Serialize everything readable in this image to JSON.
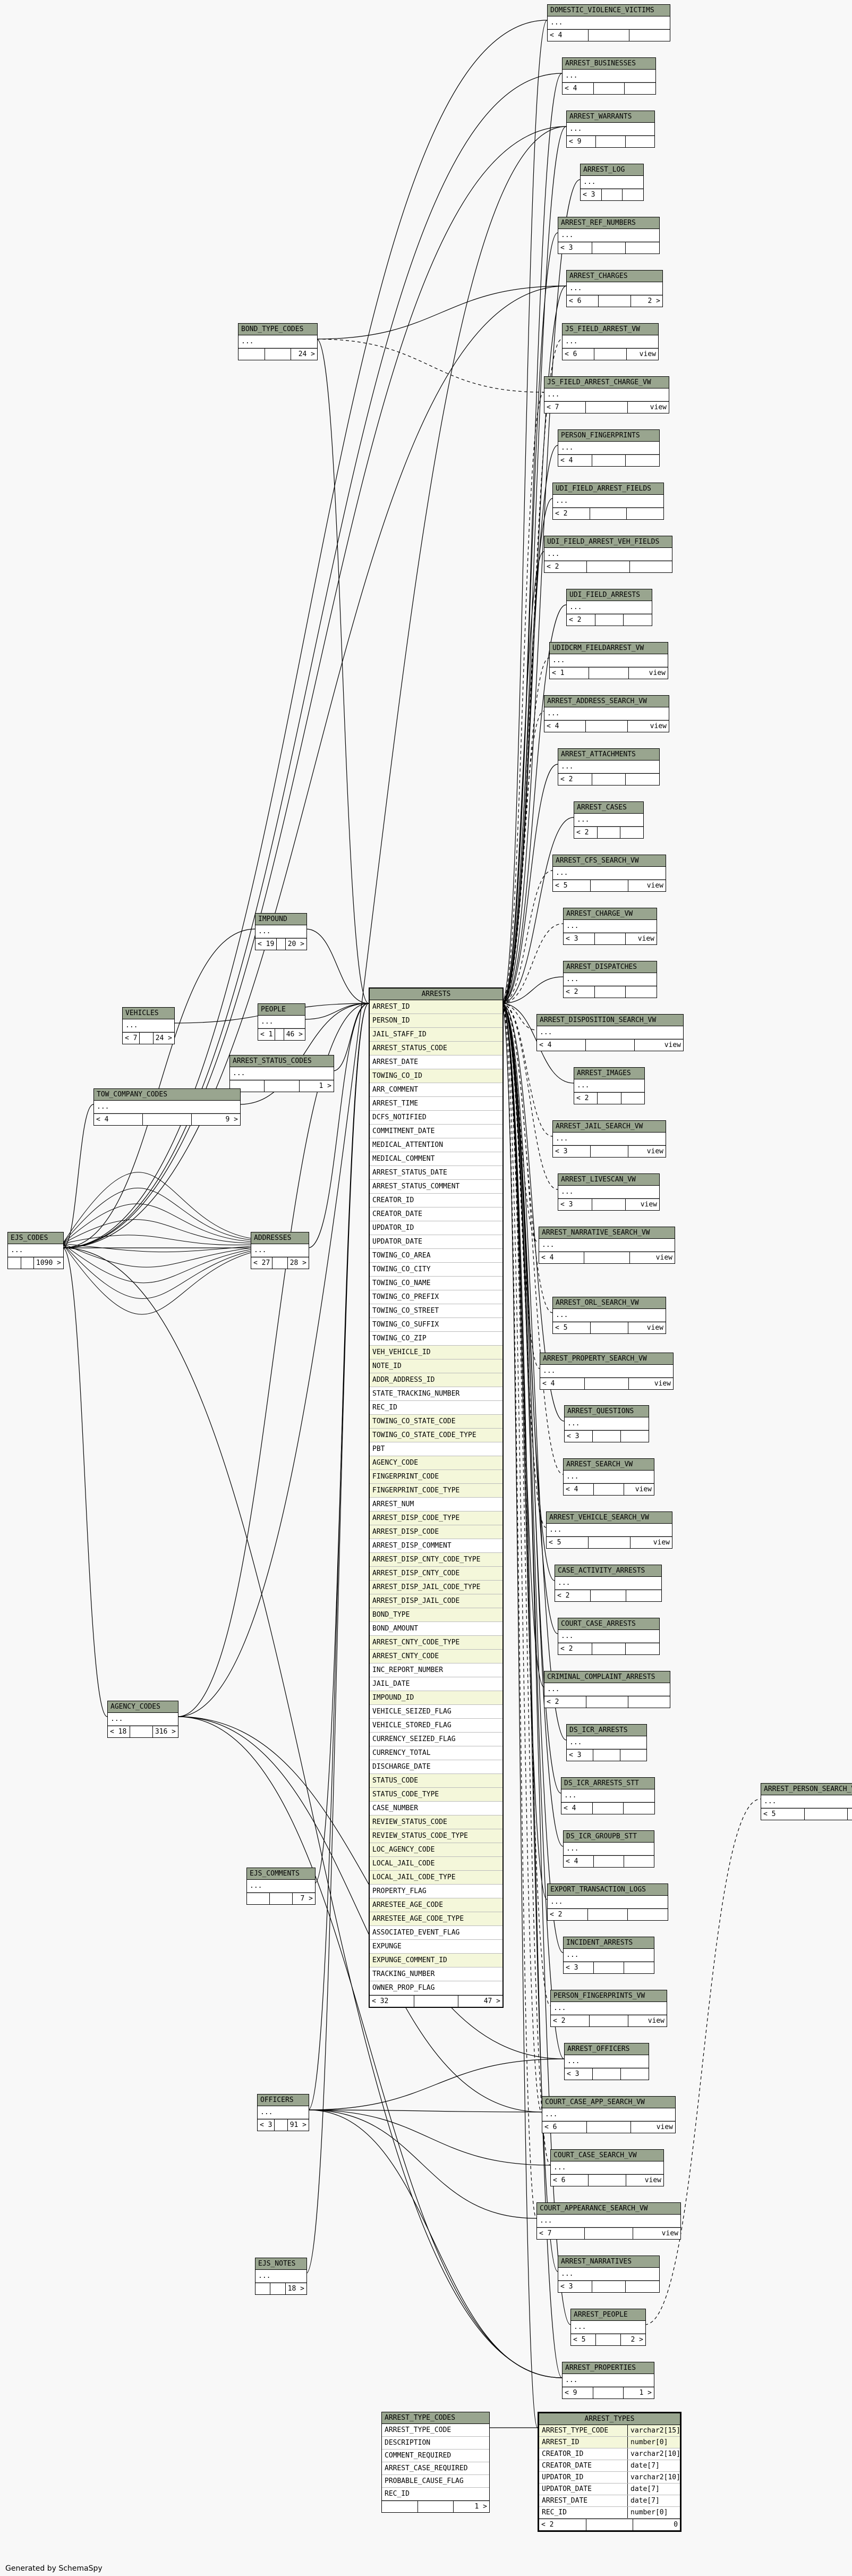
{
  "footer": "Generated by SchemaSpy",
  "colors": {
    "header": "#99a58f",
    "key_row": "#f4f7da",
    "background": "#f8f8f8"
  },
  "tables": [
    {
      "id": "domestic_violence_victims",
      "name": "DOMESTIC_VIOLENCE_VICTIMS",
      "rows": [
        "..."
      ],
      "footer": [
        "< 4",
        "",
        ""
      ]
    },
    {
      "id": "arrest_businesses",
      "name": "ARREST_BUSINESSES",
      "rows": [
        "..."
      ],
      "footer": [
        "< 4",
        "",
        ""
      ]
    },
    {
      "id": "arrest_warrants",
      "name": "ARREST_WARRANTS",
      "rows": [
        "..."
      ],
      "footer": [
        "< 9",
        "",
        ""
      ]
    },
    {
      "id": "arrest_log",
      "name": "ARREST_LOG",
      "rows": [
        "..."
      ],
      "footer": [
        "< 3",
        "",
        ""
      ]
    },
    {
      "id": "arrest_ref_numbers",
      "name": "ARREST_REF_NUMBERS",
      "rows": [
        "..."
      ],
      "footer": [
        "< 3",
        "",
        ""
      ]
    },
    {
      "id": "arrest_charges",
      "name": "ARREST_CHARGES",
      "rows": [
        "..."
      ],
      "footer": [
        "< 6",
        "",
        "2 >"
      ]
    },
    {
      "id": "bond_type_codes",
      "name": "BOND_TYPE_CODES",
      "rows": [
        "..."
      ],
      "footer": [
        "",
        "",
        "24 >"
      ]
    },
    {
      "id": "js_field_arrest_vw",
      "name": "JS_FIELD_ARREST_VW",
      "rows": [
        "..."
      ],
      "footer": [
        "< 6",
        "",
        "view"
      ]
    },
    {
      "id": "js_field_arrest_charge_vw",
      "name": "JS_FIELD_ARREST_CHARGE_VW",
      "rows": [
        "..."
      ],
      "footer": [
        "< 7",
        "",
        "view"
      ]
    },
    {
      "id": "person_fingerprints",
      "name": "PERSON_FINGERPRINTS",
      "rows": [
        "..."
      ],
      "footer": [
        "< 4",
        "",
        ""
      ]
    },
    {
      "id": "udi_field_arrest_fields",
      "name": "UDI_FIELD_ARREST_FIELDS",
      "rows": [
        "..."
      ],
      "footer": [
        "< 2",
        "",
        ""
      ]
    },
    {
      "id": "udi_field_arrest_veh_fields",
      "name": "UDI_FIELD_ARREST_VEH_FIELDS",
      "rows": [
        "..."
      ],
      "footer": [
        "< 2",
        "",
        ""
      ]
    },
    {
      "id": "udi_field_arrests",
      "name": "UDI_FIELD_ARRESTS",
      "rows": [
        "..."
      ],
      "footer": [
        "< 2",
        "",
        ""
      ]
    },
    {
      "id": "udidcrm_fieldarrest_vw",
      "name": "UDIDCRM_FIELDARREST_VW",
      "rows": [
        "..."
      ],
      "footer": [
        "< 1",
        "",
        "view"
      ]
    },
    {
      "id": "arrest_address_search_vw",
      "name": "ARREST_ADDRESS_SEARCH_VW",
      "rows": [
        "..."
      ],
      "footer": [
        "< 4",
        "",
        "view"
      ]
    },
    {
      "id": "arrest_attachments",
      "name": "ARREST_ATTACHMENTS",
      "rows": [
        "..."
      ],
      "footer": [
        "< 2",
        "",
        ""
      ]
    },
    {
      "id": "arrest_cases",
      "name": "ARREST_CASES",
      "rows": [
        "..."
      ],
      "footer": [
        "< 2",
        "",
        ""
      ]
    },
    {
      "id": "arrest_cfs_search_vw",
      "name": "ARREST_CFS_SEARCH_VW",
      "rows": [
        "..."
      ],
      "footer": [
        "< 5",
        "",
        "view"
      ]
    },
    {
      "id": "impound",
      "name": "IMPOUND",
      "rows": [
        "..."
      ],
      "footer": [
        "< 19",
        "",
        "20 >"
      ]
    },
    {
      "id": "arrest_charge_vw",
      "name": "ARREST_CHARGE_VW",
      "rows": [
        "..."
      ],
      "footer": [
        "< 3",
        "",
        "view"
      ]
    },
    {
      "id": "arrest_dispatches",
      "name": "ARREST_DISPATCHES",
      "rows": [
        "..."
      ],
      "footer": [
        "< 2",
        "",
        ""
      ]
    },
    {
      "id": "people",
      "name": "PEOPLE",
      "rows": [
        "..."
      ],
      "footer": [
        "< 1",
        "",
        "46 >"
      ]
    },
    {
      "id": "vehicles",
      "name": "VEHICLES",
      "rows": [
        "..."
      ],
      "footer": [
        "< 7",
        "",
        "24 >"
      ]
    },
    {
      "id": "arrest_status_codes",
      "name": "ARREST_STATUS_CODES",
      "rows": [
        "..."
      ],
      "footer": [
        "",
        "",
        "1 >"
      ]
    },
    {
      "id": "arrest_disposition_search_vw",
      "name": "ARREST_DISPOSITION_SEARCH_VW",
      "rows": [
        "..."
      ],
      "footer": [
        "< 4",
        "",
        "view"
      ]
    },
    {
      "id": "tow_company_codes",
      "name": "TOW_COMPANY_CODES",
      "rows": [
        "..."
      ],
      "footer": [
        "< 4",
        "",
        "9 >"
      ]
    },
    {
      "id": "arrest_images",
      "name": "ARREST_IMAGES",
      "rows": [
        "..."
      ],
      "footer": [
        "< 2",
        "",
        ""
      ]
    },
    {
      "id": "arrest_jail_search_vw",
      "name": "ARREST_JAIL_SEARCH_VW",
      "rows": [
        "..."
      ],
      "footer": [
        "< 3",
        "",
        "view"
      ]
    },
    {
      "id": "arrest_livescan_vw",
      "name": "ARREST_LIVESCAN_VW",
      "rows": [
        "..."
      ],
      "footer": [
        "< 3",
        "",
        "view"
      ]
    },
    {
      "id": "ejs_codes",
      "name": "EJS_CODES",
      "rows": [
        "..."
      ],
      "footer": [
        "",
        "",
        "1090 >"
      ]
    },
    {
      "id": "addresses",
      "name": "ADDRESSES",
      "rows": [
        "..."
      ],
      "footer": [
        "< 27",
        "",
        "28 >"
      ]
    },
    {
      "id": "arrest_narrative_search_vw",
      "name": "ARREST_NARRATIVE_SEARCH_VW",
      "rows": [
        "..."
      ],
      "footer": [
        "< 4",
        "",
        "view"
      ]
    },
    {
      "id": "arrest_orl_search_vw",
      "name": "ARREST_ORL_SEARCH_VW",
      "rows": [
        "..."
      ],
      "footer": [
        "< 5",
        "",
        "view"
      ]
    },
    {
      "id": "arrest_property_search_vw",
      "name": "ARREST_PROPERTY_SEARCH_VW",
      "rows": [
        "..."
      ],
      "footer": [
        "< 4",
        "",
        "view"
      ]
    },
    {
      "id": "arrest_questions",
      "name": "ARREST_QUESTIONS",
      "rows": [
        "..."
      ],
      "footer": [
        "< 3",
        "",
        ""
      ]
    },
    {
      "id": "arrest_search_vw",
      "name": "ARREST_SEARCH_VW",
      "rows": [
        "..."
      ],
      "footer": [
        "< 4",
        "",
        "view"
      ]
    },
    {
      "id": "arrest_vehicle_search_vw",
      "name": "ARREST_VEHICLE_SEARCH_VW",
      "rows": [
        "..."
      ],
      "footer": [
        "< 5",
        "",
        "view"
      ]
    },
    {
      "id": "case_activity_arrests",
      "name": "CASE_ACTIVITY_ARRESTS",
      "rows": [
        "..."
      ],
      "footer": [
        "< 2",
        "",
        ""
      ]
    },
    {
      "id": "court_case_arrests",
      "name": "COURT_CASE_ARRESTS",
      "rows": [
        "..."
      ],
      "footer": [
        "< 2",
        "",
        ""
      ]
    },
    {
      "id": "criminal_complaint_arrests",
      "name": "CRIMINAL_COMPLAINT_ARRESTS",
      "rows": [
        "..."
      ],
      "footer": [
        "< 2",
        "",
        ""
      ]
    },
    {
      "id": "agency_codes",
      "name": "AGENCY_CODES",
      "rows": [
        "..."
      ],
      "footer": [
        "< 18",
        "",
        "316 >"
      ]
    },
    {
      "id": "ds_icr_arrests",
      "name": "DS_ICR_ARRESTS",
      "rows": [
        "..."
      ],
      "footer": [
        "< 3",
        "",
        ""
      ]
    },
    {
      "id": "ds_icr_arrests_stt",
      "name": "DS_ICR_ARRESTS_STT",
      "rows": [
        "..."
      ],
      "footer": [
        "< 4",
        "",
        ""
      ]
    },
    {
      "id": "ds_icr_groupb_stt",
      "name": "DS_ICR_GROUPB_STT",
      "rows": [
        "..."
      ],
      "footer": [
        "< 4",
        "",
        ""
      ]
    },
    {
      "id": "arrest_person_search_vw",
      "name": "ARREST_PERSON_SEARCH_VW",
      "rows": [
        "..."
      ],
      "footer": [
        "< 5",
        "",
        "view"
      ]
    },
    {
      "id": "ejs_comments",
      "name": "EJS_COMMENTS",
      "rows": [
        "..."
      ],
      "footer": [
        "",
        "",
        "7 >"
      ]
    },
    {
      "id": "export_transaction_logs",
      "name": "EXPORT_TRANSACTION_LOGS",
      "rows": [
        "..."
      ],
      "footer": [
        "< 2",
        "",
        ""
      ]
    },
    {
      "id": "incident_arrests",
      "name": "INCIDENT_ARRESTS",
      "rows": [
        "..."
      ],
      "footer": [
        "< 3",
        "",
        ""
      ]
    },
    {
      "id": "person_fingerprints_vw",
      "name": "PERSON_FINGERPRINTS_VW",
      "rows": [
        "..."
      ],
      "footer": [
        "< 2",
        "",
        "view"
      ]
    },
    {
      "id": "arrest_officers",
      "name": "ARREST_OFFICERS",
      "rows": [
        "..."
      ],
      "footer": [
        "< 3",
        "",
        ""
      ]
    },
    {
      "id": "officers",
      "name": "OFFICERS",
      "rows": [
        "..."
      ],
      "footer": [
        "< 3",
        "",
        "91 >"
      ]
    },
    {
      "id": "court_case_app_search_vw",
      "name": "COURT_CASE_APP_SEARCH_VW",
      "rows": [
        "..."
      ],
      "footer": [
        "< 6",
        "",
        "view"
      ]
    },
    {
      "id": "court_case_search_vw",
      "name": "COURT_CASE_SEARCH_VW",
      "rows": [
        "..."
      ],
      "footer": [
        "< 6",
        "",
        "view"
      ]
    },
    {
      "id": "court_appearance_search_vw",
      "name": "COURT_APPEARANCE_SEARCH_VW",
      "rows": [
        "..."
      ],
      "footer": [
        "< 7",
        "",
        "view"
      ]
    },
    {
      "id": "ejs_notes",
      "name": "EJS_NOTES",
      "rows": [
        "..."
      ],
      "footer": [
        "",
        "",
        "18 >"
      ]
    },
    {
      "id": "arrest_narratives",
      "name": "ARREST_NARRATIVES",
      "rows": [
        "..."
      ],
      "footer": [
        "< 3",
        "",
        ""
      ]
    },
    {
      "id": "arrest_people",
      "name": "ARREST_PEOPLE",
      "rows": [
        "..."
      ],
      "footer": [
        "< 5",
        "",
        "2 >"
      ]
    },
    {
      "id": "arrest_properties",
      "name": "ARREST_PROPERTIES",
      "rows": [
        "..."
      ],
      "footer": [
        "< 9",
        "",
        "1 >"
      ]
    },
    {
      "id": "arrest_type_codes",
      "name": "ARREST_TYPE_CODES",
      "rows": [
        "ARREST_TYPE_CODE",
        "DESCRIPTION",
        "COMMENT_REQUIRED",
        "ARREST_CASE_REQUIRED",
        "PROBABLE_CAUSE_FLAG",
        "REC_ID"
      ],
      "footer": [
        "",
        "",
        "1 >"
      ]
    }
  ],
  "arrests": {
    "name": "ARRESTS",
    "rows": [
      "ARREST_ID",
      "PERSON_ID",
      "JAIL_STAFF_ID",
      "ARREST_STATUS_CODE",
      "ARREST_DATE",
      "TOWING_CO_ID",
      "ARR_COMMENT",
      "ARREST_TIME",
      "DCFS_NOTIFIED",
      "COMMITMENT_DATE",
      "MEDICAL_ATTENTION",
      "MEDICAL_COMMENT",
      "ARREST_STATUS_DATE",
      "ARREST_STATUS_COMMENT",
      "CREATOR_ID",
      "CREATOR_DATE",
      "UPDATOR_ID",
      "UPDATOR_DATE",
      "TOWING_CO_AREA",
      "TOWING_CO_CITY",
      "TOWING_CO_NAME",
      "TOWING_CO_PREFIX",
      "TOWING_CO_STREET",
      "TOWING_CO_SUFFIX",
      "TOWING_CO_ZIP",
      "VEH_VEHICLE_ID",
      "NOTE_ID",
      "ADDR_ADDRESS_ID",
      "STATE_TRACKING_NUMBER",
      "REC_ID",
      "TOWING_CO_STATE_CODE",
      "TOWING_CO_STATE_CODE_TYPE",
      "PBT",
      "AGENCY_CODE",
      "FINGERPRINT_CODE",
      "FINGERPRINT_CODE_TYPE",
      "ARREST_NUM",
      "ARREST_DISP_CODE_TYPE",
      "ARREST_DISP_CODE",
      "ARREST_DISP_COMMENT",
      "ARREST_DISP_CNTY_CODE_TYPE",
      "ARREST_DISP_CNTY_CODE",
      "ARREST_DISP_JAIL_CODE_TYPE",
      "ARREST_DISP_JAIL_CODE",
      "BOND_TYPE",
      "BOND_AMOUNT",
      "ARREST_CNTY_CODE_TYPE",
      "ARREST_CNTY_CODE",
      "INC_REPORT_NUMBER",
      "JAIL_DATE",
      "IMPOUND_ID",
      "VEHICLE_SEIZED_FLAG",
      "VEHICLE_STORED_FLAG",
      "CURRENCY_SEIZED_FLAG",
      "CURRENCY_TOTAL",
      "DISCHARGE_DATE",
      "STATUS_CODE",
      "STATUS_CODE_TYPE",
      "CASE_NUMBER",
      "REVIEW_STATUS_CODE",
      "REVIEW_STATUS_CODE_TYPE",
      "LOC_AGENCY_CODE",
      "LOCAL_JAIL_CODE",
      "LOCAL_JAIL_CODE_TYPE",
      "PROPERTY_FLAG",
      "ARRESTEE_AGE_CODE",
      "ARRESTEE_AGE_CODE_TYPE",
      "ASSOCIATED_EVENT_FLAG",
      "EXPUNGE",
      "EXPUNGE_COMMENT_ID",
      "TRACKING_NUMBER",
      "OWNER_PROP_FLAG"
    ],
    "footer": [
      "< 32",
      "",
      "47 >"
    ]
  },
  "arrest_types": {
    "name": "ARREST_TYPES",
    "rows": [
      {
        "col": "ARREST_TYPE_CODE",
        "type": "varchar2[15]"
      },
      {
        "col": "ARREST_ID",
        "type": "number[0]"
      },
      {
        "col": "CREATOR_ID",
        "type": "varchar2[10]"
      },
      {
        "col": "CREATOR_DATE",
        "type": "date[7]"
      },
      {
        "col": "UPDATOR_ID",
        "type": "varchar2[10]"
      },
      {
        "col": "UPDATOR_DATE",
        "type": "date[7]"
      },
      {
        "col": "ARREST_DATE",
        "type": "date[7]"
      },
      {
        "col": "REC_ID",
        "type": "number[0]"
      }
    ],
    "footer": [
      "< 2",
      "",
      "0"
    ]
  }
}
